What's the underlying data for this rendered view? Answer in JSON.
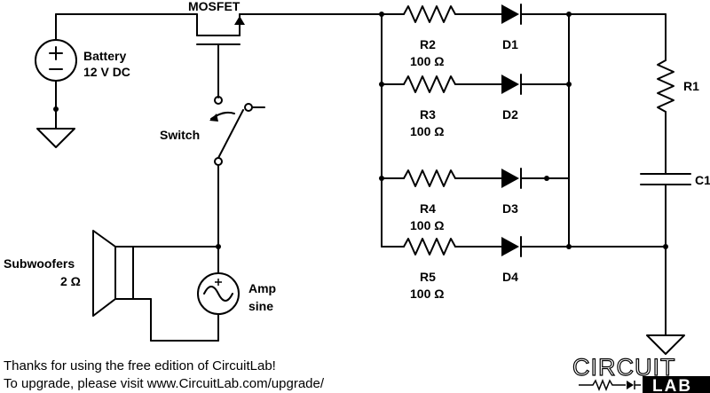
{
  "components": {
    "mosfet": {
      "label": "MOSFET"
    },
    "battery": {
      "label": "Battery",
      "value": "12 V DC"
    },
    "switch": {
      "label": "Switch"
    },
    "subwoofers": {
      "label": "Subwoofers",
      "value": "2 Ω"
    },
    "amp": {
      "label": "Amp",
      "value": "sine"
    },
    "r1": {
      "label": "R1"
    },
    "c1": {
      "label": "C1"
    },
    "r2": {
      "label": "R2",
      "value": "100 Ω"
    },
    "r3": {
      "label": "R3",
      "value": "100 Ω"
    },
    "r4": {
      "label": "R4",
      "value": "100 Ω"
    },
    "r5": {
      "label": "R5",
      "value": "100 Ω"
    },
    "d1": {
      "label": "D1"
    },
    "d2": {
      "label": "D2"
    },
    "d3": {
      "label": "D3"
    },
    "d4": {
      "label": "D4"
    }
  },
  "footer": {
    "line1": "Thanks for using the free edition of CircuitLab!",
    "line2": "To upgrade, please visit www.CircuitLab.com/upgrade/"
  },
  "logo": {
    "word1": "CIRCUIT",
    "word2": "LAB"
  }
}
